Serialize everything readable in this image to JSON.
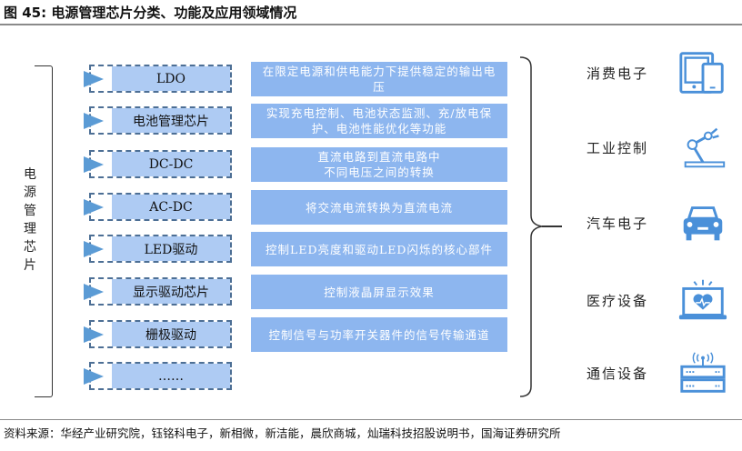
{
  "title": "图 45: 电源管理芯片分类、功能及应用领域情况",
  "root_label": "电源管理芯片",
  "items": [
    {
      "name": "LDO",
      "desc": "在限定电源和供电能力下提供稳定的输出电压"
    },
    {
      "name": "电池管理芯片",
      "desc": "实现充电控制、电池状态监测、充/放电保护、电池性能优化等功能"
    },
    {
      "name": "DC-DC",
      "desc": "直流电路到直流电路中\n不同电压之间的转换"
    },
    {
      "name": "AC-DC",
      "desc": "将交流电流转换为直流电流"
    },
    {
      "name": "LED驱动",
      "desc": "控制LED亮度和驱动LED闪烁的核心部件"
    },
    {
      "name": "显示驱动芯片",
      "desc": "控制液晶屏显示效果"
    },
    {
      "name": "栅极驱动",
      "desc": "控制信号与功率开关器件的信号传输通道"
    },
    {
      "name": "……",
      "desc": null
    }
  ],
  "applications": [
    {
      "label": "消费电子",
      "icon": "phone-tablet-icon"
    },
    {
      "label": "工业控制",
      "icon": "robot-arm-icon"
    },
    {
      "label": "汽车电子",
      "icon": "car-icon"
    },
    {
      "label": "医疗设备",
      "icon": "medical-laptop-icon"
    },
    {
      "label": "通信设备",
      "icon": "router-icon"
    }
  ],
  "source": "资料来源：华经产业研究院，钰铭科电子，新相微，新洁能，晨欣商城，灿瑞科技招股说明书，国海证券研究所",
  "colors": {
    "accent": "#4a90d9",
    "box": "#aecbf3",
    "desc": "#8db6ef"
  }
}
